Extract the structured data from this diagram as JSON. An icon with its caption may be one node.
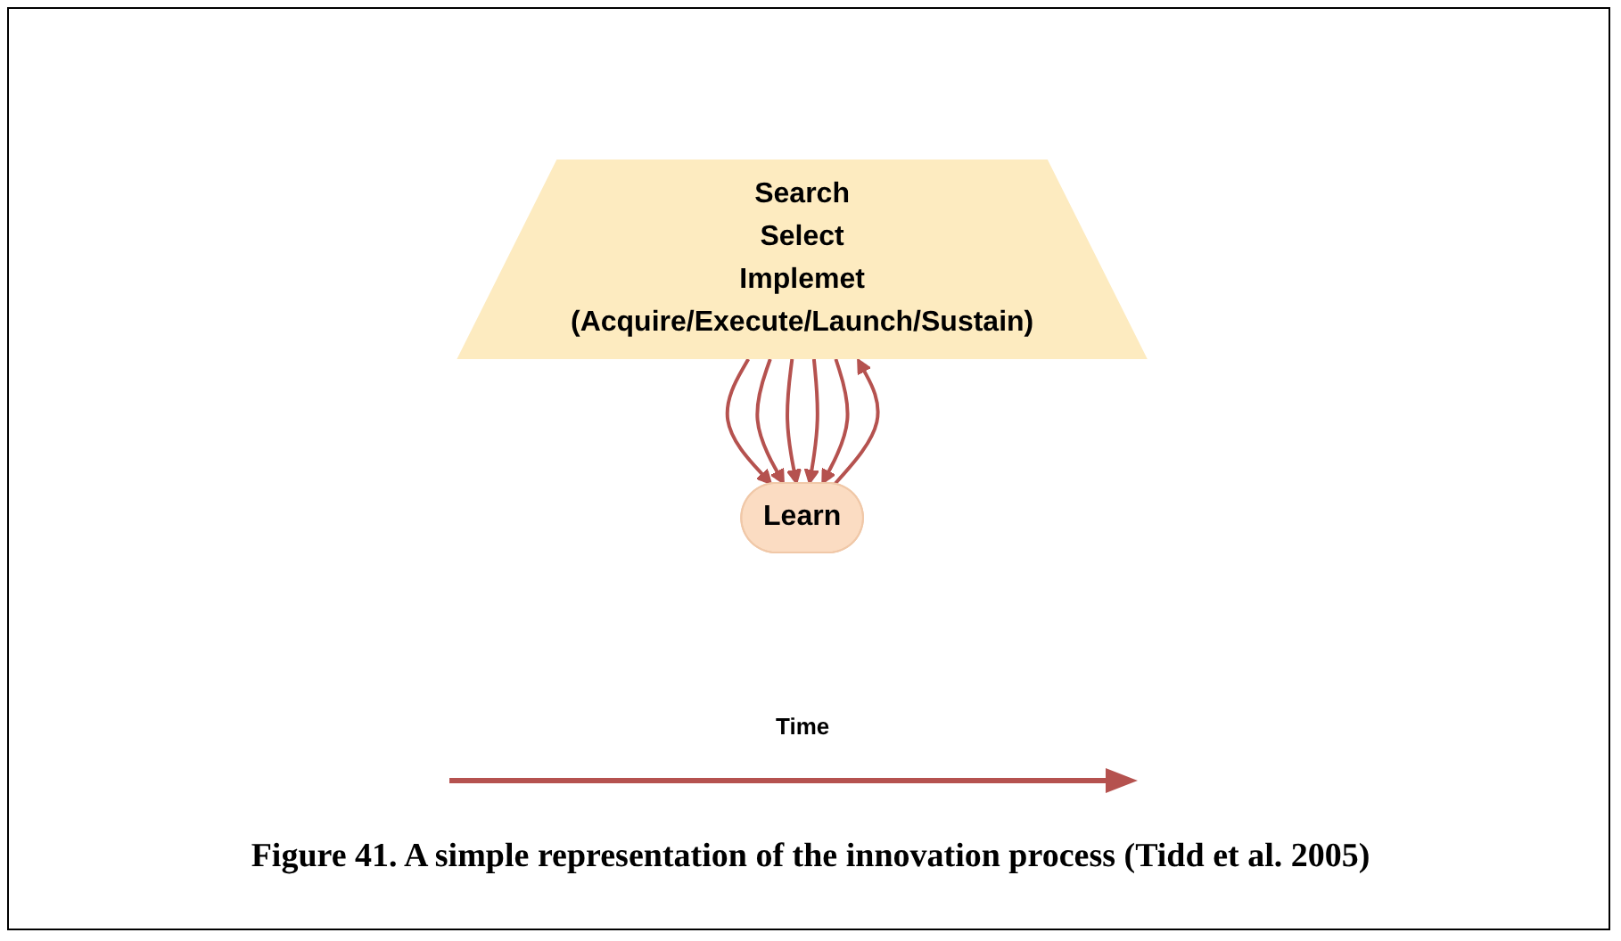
{
  "diagram": {
    "caption": "Figure 41. A simple representation of the innovation process (Tidd et al. 2005)",
    "nodes": [
      {
        "text": [
          "Search",
          "Select",
          "Implemet",
          "(Acquire/Execute/Launch/Sustain)"
        ]
      },
      {
        "text": [
          "Learn"
        ]
      }
    ],
    "edges": [
      {
        "from": 0,
        "to": 1,
        "arrow": "to"
      },
      {
        "from": 0,
        "to": 1,
        "arrow": "to"
      },
      {
        "from": 0,
        "to": 1,
        "arrow": "to"
      },
      {
        "from": 0,
        "to": 1,
        "arrow": "to"
      },
      {
        "from": 0,
        "to": 1,
        "arrow": "to"
      },
      {
        "from": 1,
        "to": 0,
        "arrow": "to"
      }
    ],
    "labels": [
      "Time"
    ]
  }
}
